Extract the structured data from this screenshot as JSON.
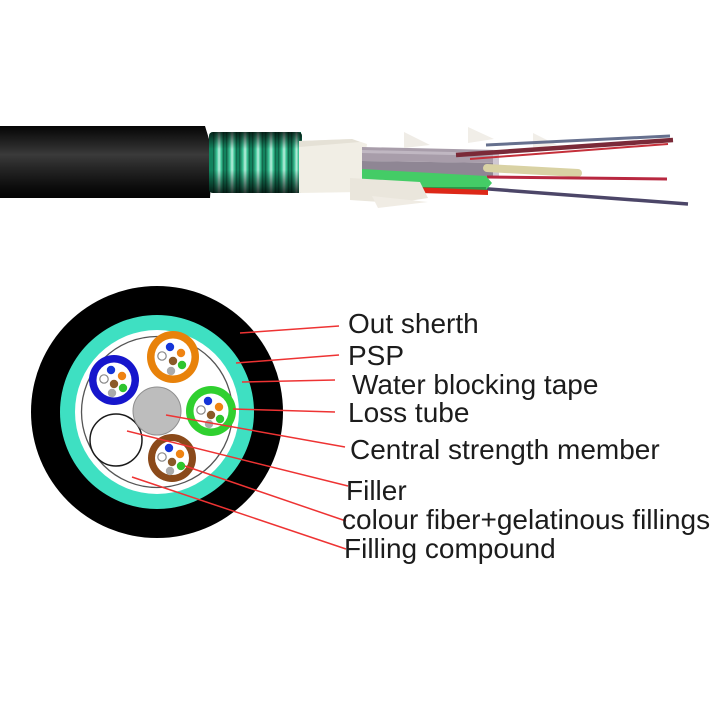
{
  "figure": {
    "kind": "fiber-optic-cable-structure",
    "labels": [
      {
        "id": "out-sherth",
        "text": "Out sherth"
      },
      {
        "id": "psp",
        "text": "PSP"
      },
      {
        "id": "water-blocking-tape",
        "text": "Water blocking tape"
      },
      {
        "id": "loss-tube",
        "text": "Loss tube"
      },
      {
        "id": "central-strength-member",
        "text": "Central strength member"
      },
      {
        "id": "filler",
        "text": "Filler"
      },
      {
        "id": "colour-fiber",
        "text": "colour fiber+gelatinous fillings"
      },
      {
        "id": "filling-compound",
        "text": "Filling compound"
      }
    ],
    "colors": {
      "label_text": "#1c1c1c",
      "leader_line": "#ee3333",
      "sheath_black": "#000000",
      "psp_ring": "#3ee0c2",
      "core_outline": "#555555",
      "tube_orange": "#e8820a",
      "tube_blue": "#1616cc",
      "tube_green": "#2fd02f",
      "tube_brown": "#8b4a1a",
      "central_member_gray": "#bdbdbd",
      "filler_white": "#ffffff",
      "fiber_dot_blue": "#1535d8",
      "fiber_dot_orange": "#ef8312",
      "fiber_dot_white": "#ffffff",
      "fiber_dot_brown": "#8a5a28",
      "fiber_dot_green": "#2ec52e",
      "fiber_dot_gray": "#aaaaaa"
    }
  }
}
